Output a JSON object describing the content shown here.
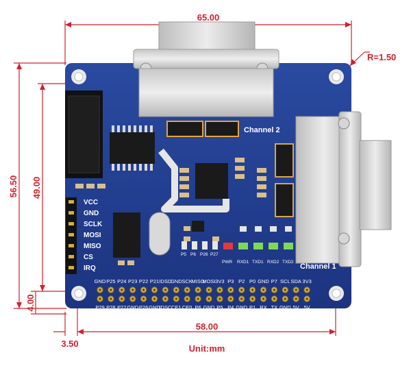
{
  "dimensions": {
    "width_top": "65.00",
    "radius": "R=1.50",
    "height_outer": "56.50",
    "height_inner": "49.00",
    "offset_bottom": "4.00",
    "width_bottom": "58.00",
    "offset_left": "3.50",
    "unit": "Unit:mm"
  },
  "board": {
    "channel_1": "Channel 1",
    "channel_2": "Channel 2",
    "spi_labels": [
      "VCC",
      "GND",
      "SCLK",
      "MOSI",
      "MISO",
      "CS",
      "IRQ"
    ],
    "led_labels": [
      "PWR",
      "RXD1",
      "TXD1",
      "RXD2",
      "TXD2"
    ],
    "small_labels": [
      "P5",
      "P6",
      "P26",
      "P27"
    ],
    "header_top": [
      "GND",
      "P25",
      "P24",
      "P23",
      "P22",
      "P21",
      "IDSD",
      "GND",
      "SCK",
      "MISO",
      "MOSI",
      "3V3",
      "P3",
      "P2",
      "P0",
      "GND",
      "P7",
      "SCL",
      "SDA",
      "3V3"
    ],
    "header_bottom": [
      "P29",
      "P28",
      "P27",
      "GND",
      "P26",
      "GND",
      "IDSC",
      "CE1",
      "CE0",
      "P6",
      "GND",
      "P5",
      "P4",
      "GND",
      "P1",
      "RX",
      "TX",
      "GND",
      "5V",
      "5V"
    ]
  },
  "colors": {
    "board": "#1e3a8a",
    "dimension": "#d41f2a",
    "connector": "#d9d9d9"
  }
}
